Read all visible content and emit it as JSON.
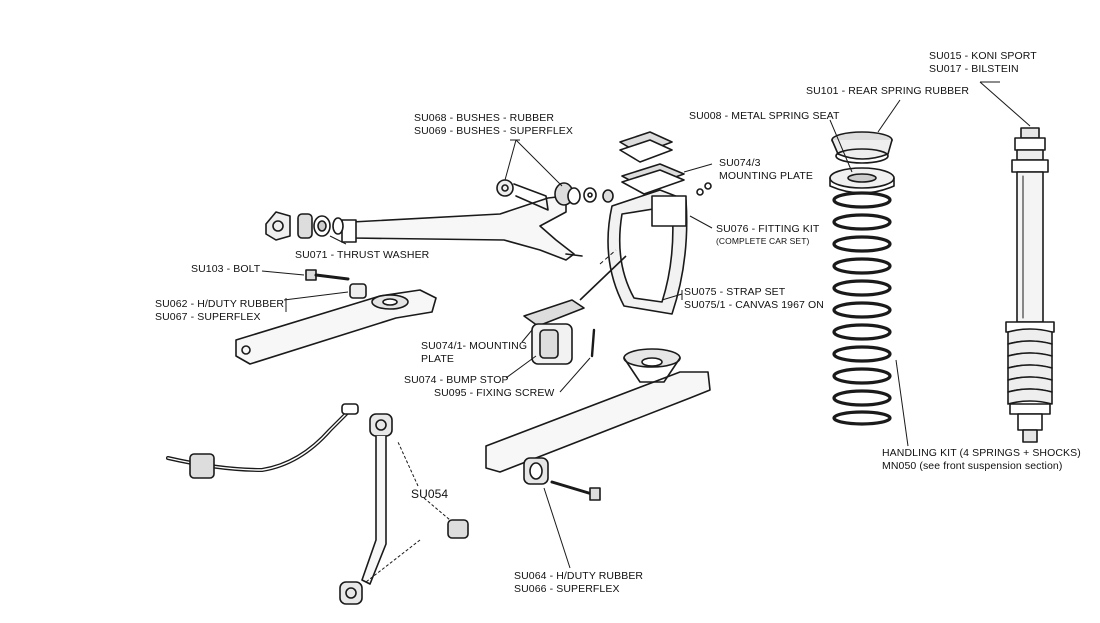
{
  "labels": {
    "su015": "SU015 - KONI SPORT",
    "su017": "SU017 - BILSTEIN",
    "su101": "SU101 - REAR SPRING RUBBER",
    "su008": "SU008 - METAL SPRING SEAT",
    "su068": "SU068 - BUSHES - RUBBER",
    "su069": "SU069 - BUSHES - SUPERFLEX",
    "su074_3_a": "SU074/3",
    "su074_3_b": "MOUNTING PLATE",
    "su076_a": "SU076 - FITTING KIT",
    "su076_b": "(COMPLETE CAR SET)",
    "su071": "SU071 - THRUST WASHER",
    "su103": "SU103 - BOLT",
    "su062": "SU062 - H/DUTY RUBBER",
    "su067": "SU067 - SUPERFLEX",
    "su075": "SU075 - STRAP SET",
    "su075_1": "SU075/1 - CANVAS 1967 ON",
    "su074_1_a": "SU074/1- MOUNTING",
    "su074_1_b": "PLATE",
    "su074": "SU074 - BUMP STOP",
    "su095": "SU095 - FIXING SCREW",
    "handling_a": "HANDLING KIT (4 SPRINGS + SHOCKS)",
    "handling_b": "MN050 (see front suspension section)",
    "su054": "SU054",
    "su064": "SU064 - H/DUTY RUBBER",
    "su066": "SU066 - SUPERFLEX"
  },
  "colors": {
    "line": "#1a1a1a",
    "shade": "#d9d9d9",
    "background": "#ffffff"
  }
}
